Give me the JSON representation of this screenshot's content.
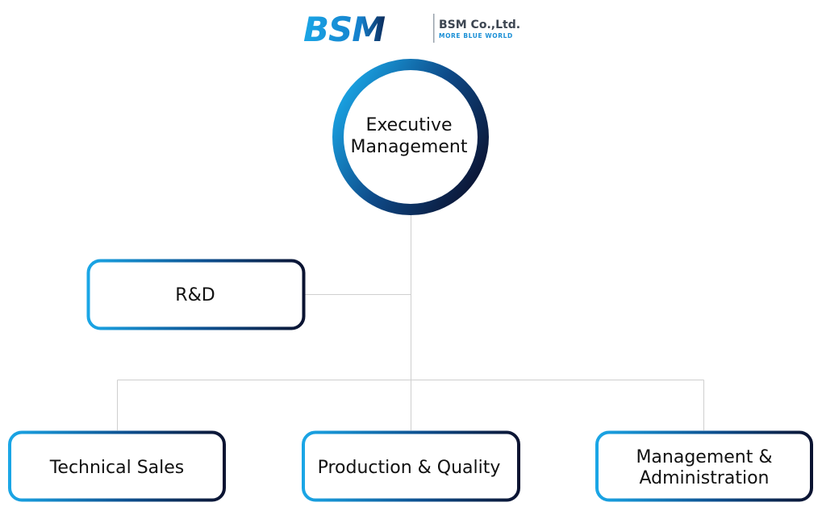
{
  "logo": {
    "mark": "BSM",
    "company": "BSM Co.,Ltd.",
    "tagline": "MORE BLUE WORLD"
  },
  "colors": {
    "gradient_start": "#1aa6e6",
    "gradient_end": "#0b1331",
    "connector": "#cfcfcf",
    "text": "#111111"
  },
  "org": {
    "executive": {
      "line1": "Executive",
      "line2": "Management"
    },
    "rnd": "R&D",
    "technical_sales": "Technical Sales",
    "production_quality": "Production & Quality",
    "management_admin": {
      "line1": "Management &",
      "line2": "Administration"
    }
  }
}
